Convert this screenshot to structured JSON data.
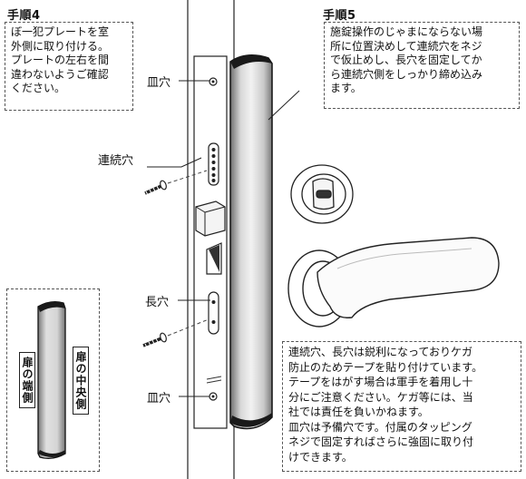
{
  "step4": {
    "title": "手順4",
    "text": "ぼ一犯プレートを室\n外側に取り付ける。\nプレートの左右を間\n違わないようご確認\nください。"
  },
  "step5": {
    "title": "手順5",
    "text": "施錠操作のじゃまにならない場\n所に位置決めして連続穴をネジ\nで仮止めし、長穴を固定してか\nら連続穴側をしっかり締め込み\nます。"
  },
  "labels": {
    "sara_top": "皿穴",
    "renzoku": "連続穴",
    "naga": "長穴",
    "sara_bottom": "皿穴"
  },
  "inset": {
    "left_label": "扉の端側",
    "right_label": "扉の中央側"
  },
  "warning": {
    "text": "連続穴、長穴は鋭利になっておりケガ\n防止のためテープを貼り付けています。\nテープをはがす場合は軍手を着用し十\n分にご注意ください。ケガ等には、当\n社では責任を負いかねます。\n皿穴は予備穴です。付属のタッピング\nネジで固定すればさらに強固に取り付\nけできます。"
  }
}
